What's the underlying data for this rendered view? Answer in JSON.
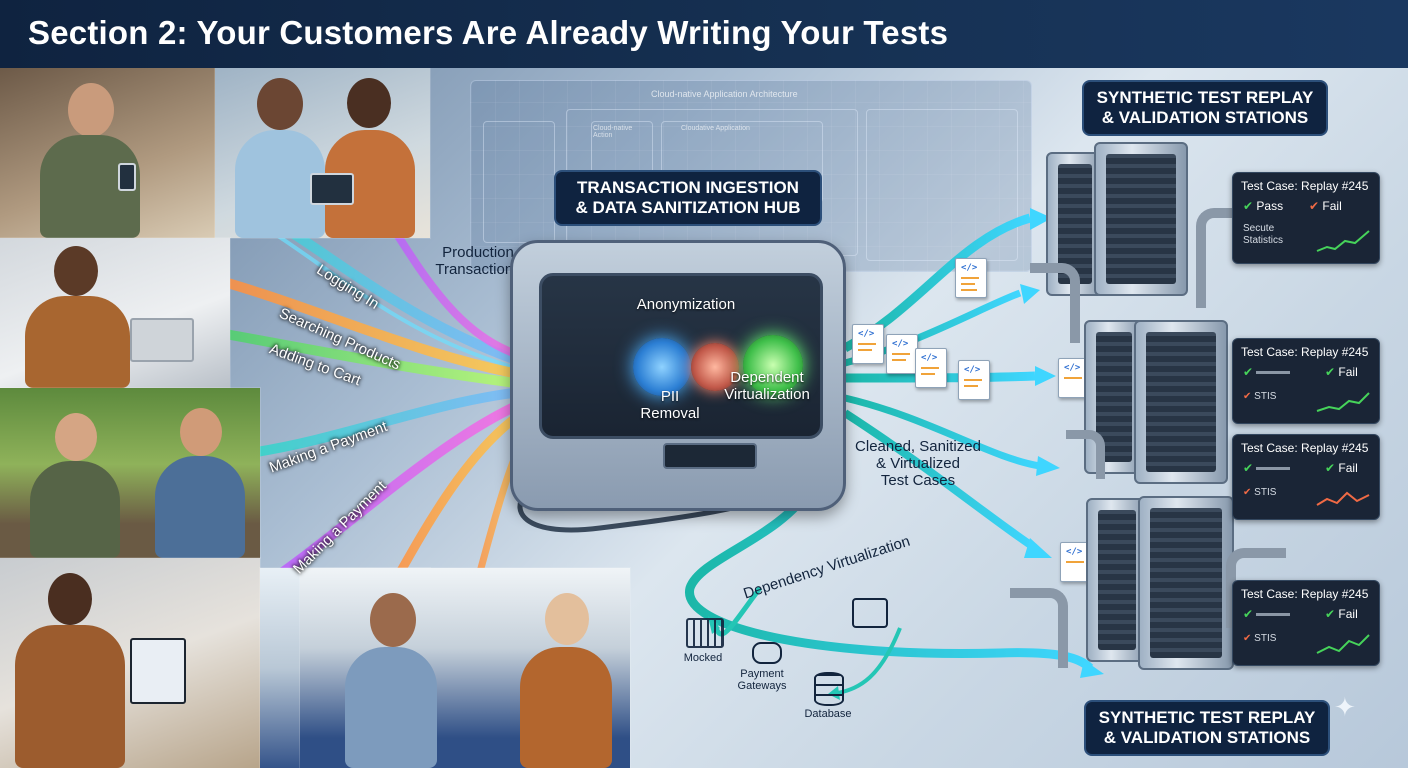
{
  "title": "Section 2: Your Customers Are Already Writing Your Tests",
  "streams": {
    "logging_in": "Logging In",
    "searching": "Searching Products",
    "adding": "Adding to Cart",
    "payment1": "Making a Payment",
    "payment2": "Making a Payment"
  },
  "production_label": "Production\nTransactions",
  "hub": {
    "title": "TRANSACTION INGESTION\n& DATA SANITIZATION HUB",
    "anonymization": "Anonymization",
    "pii": "PII\nRemoval",
    "dependent": "Dependent\nVirtualization"
  },
  "cleaned_label": "Cleaned, Sanitized\n& Virtualized\nTest Cases",
  "dependency_label": "Dependency Virtualization",
  "dependencies": {
    "mocked": "Mocked",
    "payment": "Payment\nGateways",
    "database": "Database"
  },
  "stations_top": "SYNTHETIC TEST REPLAY\n& VALIDATION STATIONS",
  "stations_bottom": "SYNTHETIC TEST REPLAY\n& VALIDATION STATIONS",
  "blueprint": {
    "title": "Cloud-native Application Architecture",
    "cloud_action": "Cloud-native\nAction",
    "cloud_app": "Cloudative Application"
  },
  "cards": [
    {
      "title": "Test Case: Replay #245",
      "pass": "Pass",
      "fail": "Fail",
      "note": "Secute\nStatistics"
    },
    {
      "title": "Test Case: Replay #245",
      "fail": "Fail",
      "note": "STIS"
    },
    {
      "title": "Test Case: Replay #245",
      "fail": "Fail",
      "note": "STIS"
    },
    {
      "title": "Test Case: Replay #245",
      "fail": "Fail",
      "note": "STIS"
    }
  ],
  "colors": {
    "navy": "#0f2340",
    "pass": "#46d35a",
    "fail": "#f06a45",
    "stream_teal": "#2fd6c8"
  }
}
